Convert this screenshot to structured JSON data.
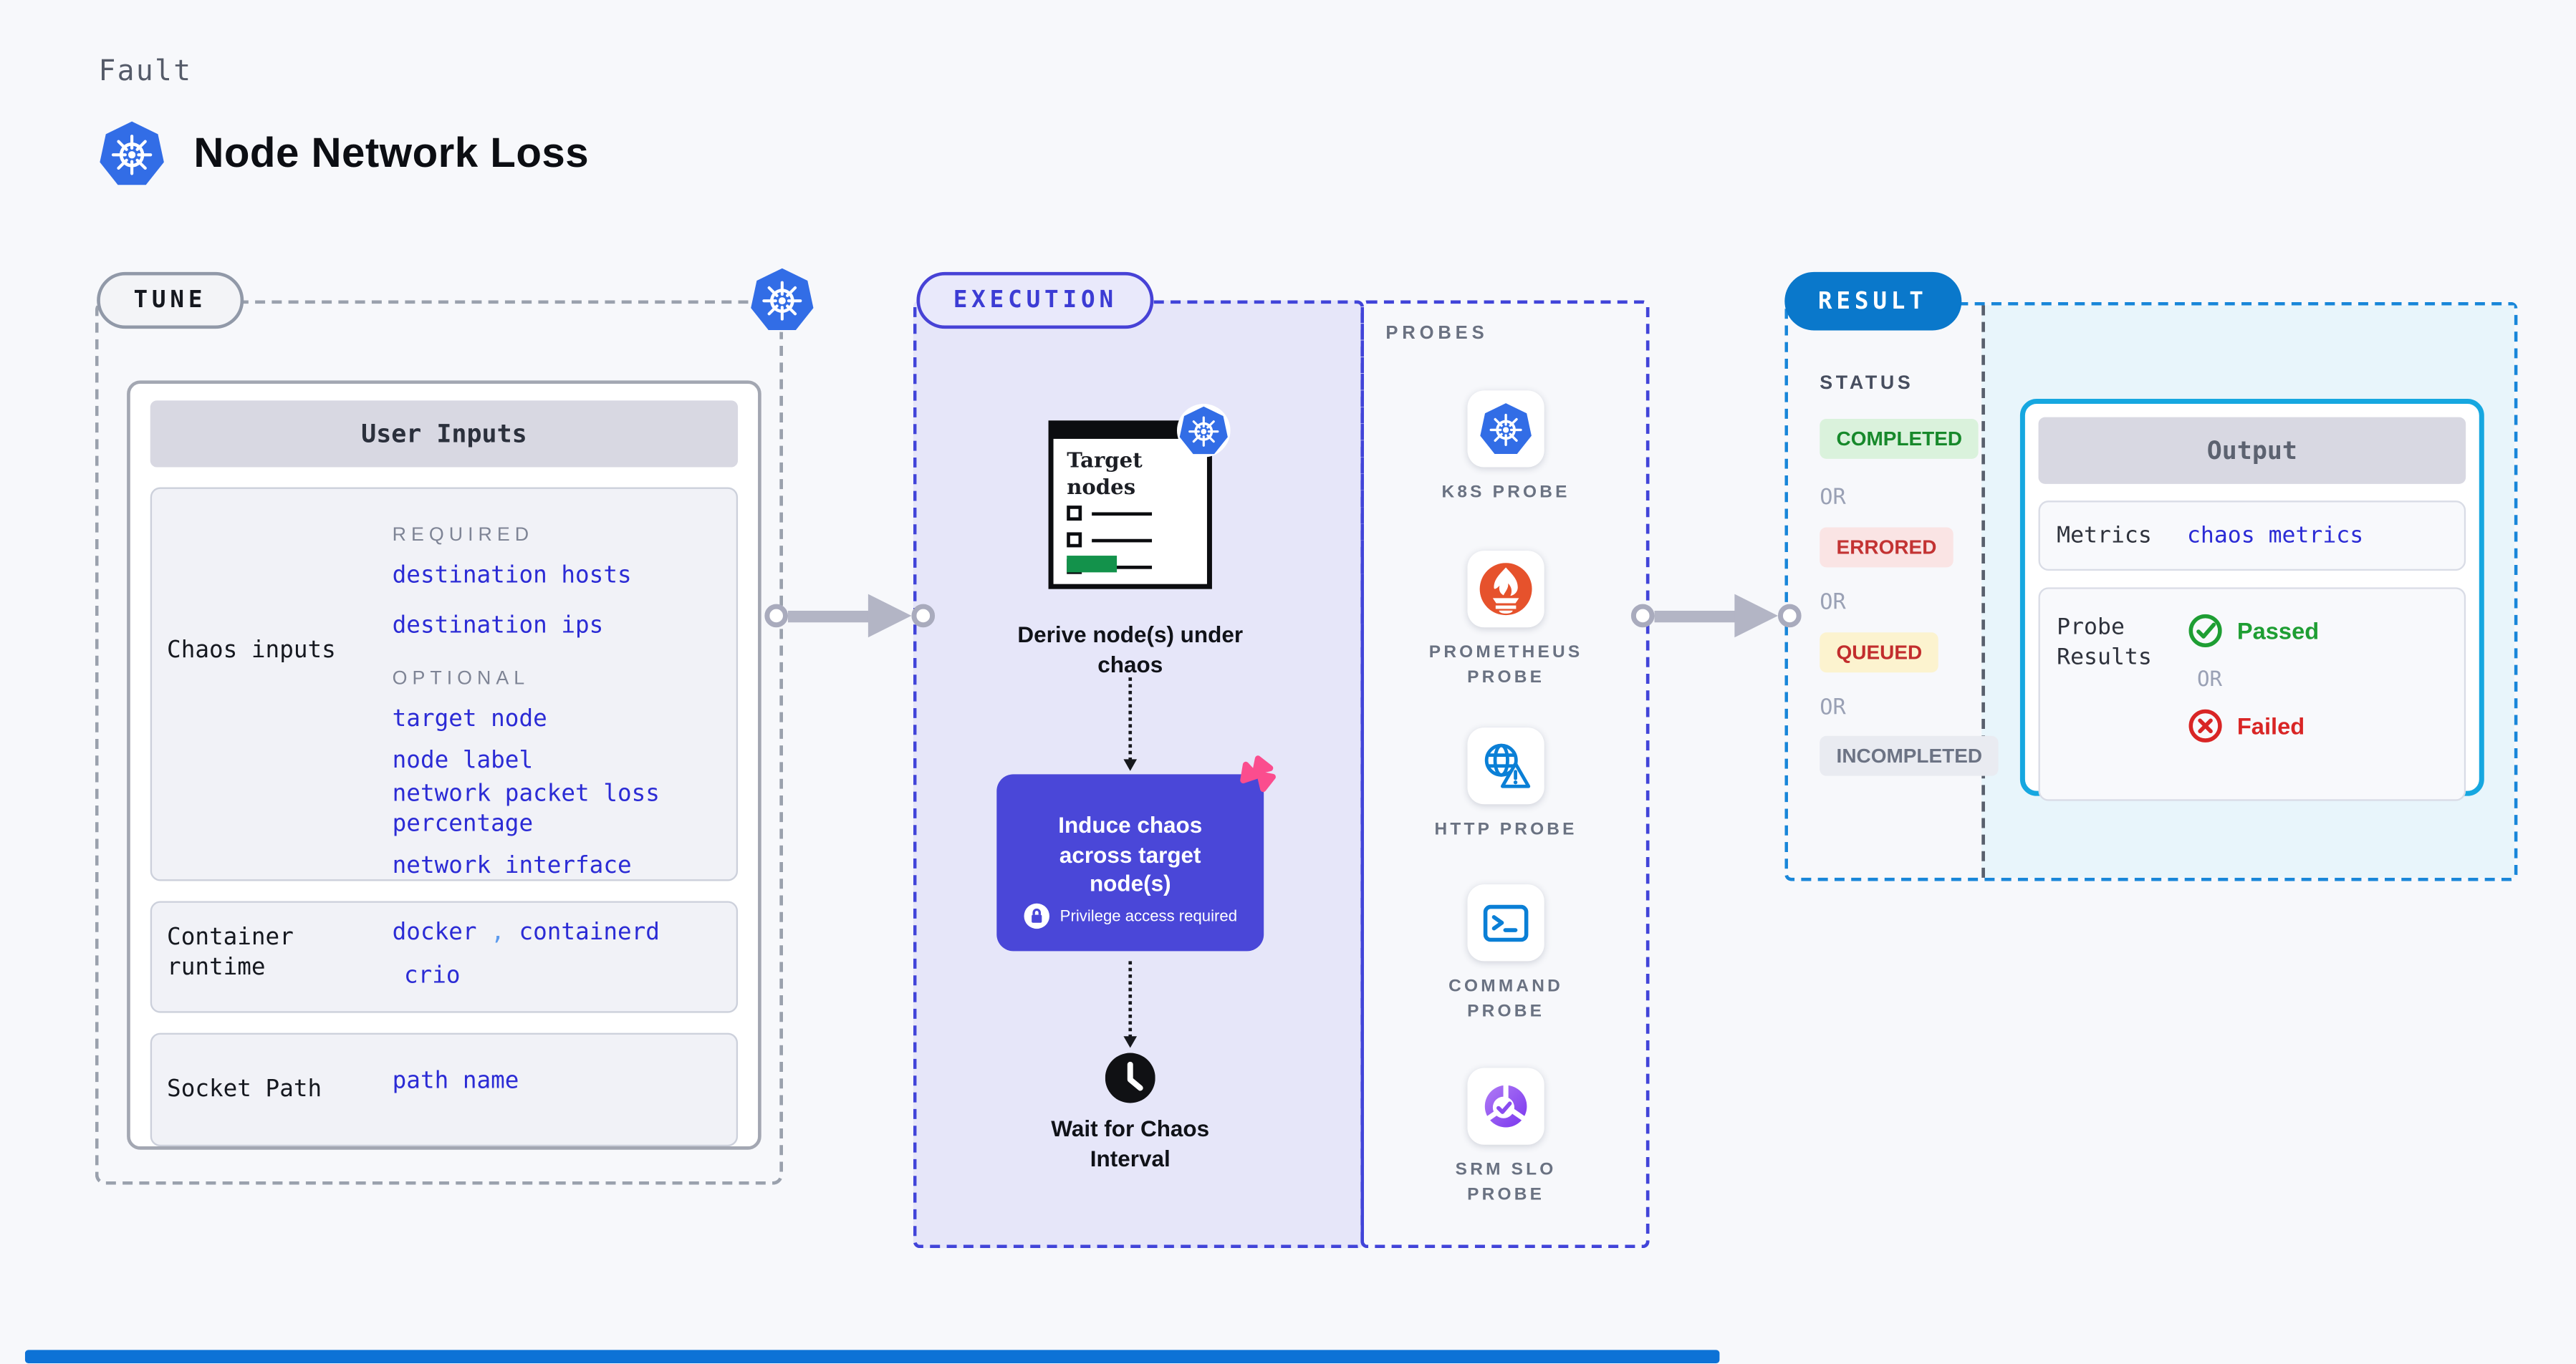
{
  "header": {
    "kicker": "Fault",
    "title": "Node Network Loss"
  },
  "tune": {
    "label": "TUNE",
    "table_header": "User Inputs",
    "chaos_inputs": {
      "label": "Chaos inputs",
      "required_label": "REQUIRED",
      "required": [
        "destination hosts",
        "destination ips"
      ],
      "optional_label": "OPTIONAL",
      "optional": [
        "target node",
        "node label",
        "network packet loss percentage",
        "network interface"
      ]
    },
    "container_runtime": {
      "label": "Container runtime",
      "comma": ",",
      "values": [
        "docker",
        "containerd",
        "crio"
      ]
    },
    "socket_path": {
      "label": "Socket Path",
      "value": "path name"
    }
  },
  "execution": {
    "label": "EXECUTION",
    "target_nodes_title": "Target nodes",
    "step_derive": "Derive node(s) under chaos",
    "step_induce": "Induce chaos across target node(s)",
    "privilege_note": "Privilege access required",
    "step_wait": "Wait for Chaos Interval"
  },
  "probes": {
    "label": "PROBES",
    "items": [
      {
        "name": "K8S PROBE",
        "icon": "kubernetes-icon"
      },
      {
        "name": "PROMETHEUS PROBE",
        "icon": "prometheus-icon"
      },
      {
        "name": "HTTP PROBE",
        "icon": "http-globe-icon"
      },
      {
        "name": "COMMAND PROBE",
        "icon": "terminal-icon"
      },
      {
        "name": "SRM SLO PROBE",
        "icon": "slo-donut-icon"
      }
    ]
  },
  "result": {
    "label": "RESULT",
    "status_label": "STATUS",
    "or_label": "OR",
    "statuses": [
      "COMPLETED",
      "ERRORED",
      "QUEUED",
      "INCOMPLETED"
    ],
    "output": {
      "header": "Output",
      "metrics_label": "Metrics",
      "metrics_value": "chaos metrics",
      "probe_results_label": "Probe Results",
      "passed_label": "Passed",
      "failed_label": "Failed"
    }
  },
  "colors": {
    "indigo_accent": "#4144d9",
    "link_blue": "#2b2bd5",
    "result_blue": "#0a78cb",
    "output_border_cyan": "#16a7e0",
    "passed_green": "#1e9e33",
    "failed_red": "#d92525",
    "queued_yellow_bg": "#fcf3cf",
    "k8s_blue": "#326de6",
    "prometheus_orange": "#e6522c",
    "chaos_pink": "#fb4d8e"
  }
}
